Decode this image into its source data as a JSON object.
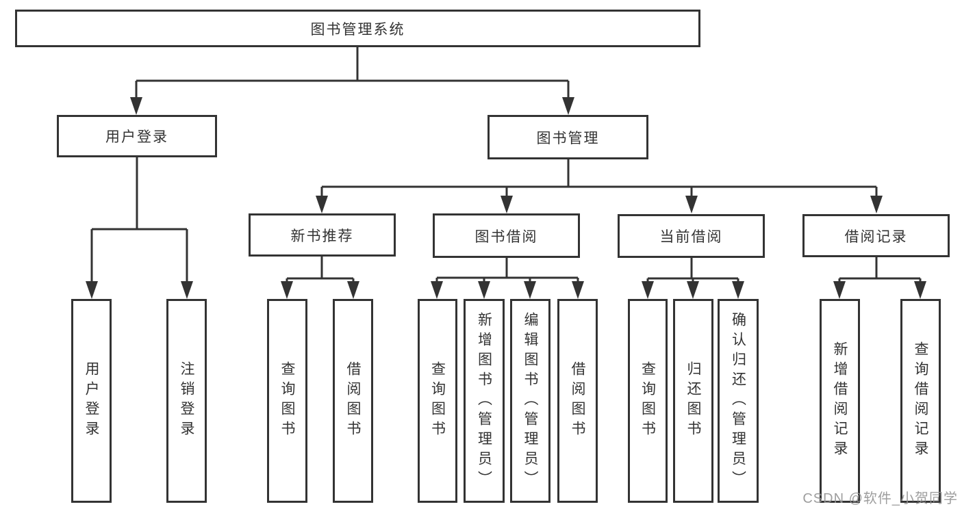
{
  "watermark": "CSDN @软件_小贺同学",
  "nodes": {
    "root": "图书管理系统",
    "user_login": "用户登录",
    "book_mgmt": "图书管理",
    "new_book_rec": "新书推荐",
    "book_borrow": "图书借阅",
    "current_borrow": "当前借阅",
    "borrow_records": "借阅记录",
    "leaf_user_login": "用户登录",
    "leaf_logout": "注销登录",
    "leaf_query_books_1": "查询图书",
    "leaf_borrow_books_1": "借阅图书",
    "leaf_query_books_2": "查询图书",
    "leaf_add_books": "新增图书（管理员）",
    "leaf_edit_books": "编辑图书（管理员）",
    "leaf_borrow_books_2": "借阅图书",
    "leaf_query_books_3": "查询图书",
    "leaf_return_books": "归还图书",
    "leaf_confirm_return": "确认归还（管理员）",
    "leaf_add_borrow_record": "新增借阅记录",
    "leaf_query_borrow_record": "查询借阅记录"
  },
  "colors": {
    "line": "#333333",
    "box_border": "#333333",
    "text": "#333333",
    "watermark": "#949494",
    "background": "#ffffff"
  }
}
